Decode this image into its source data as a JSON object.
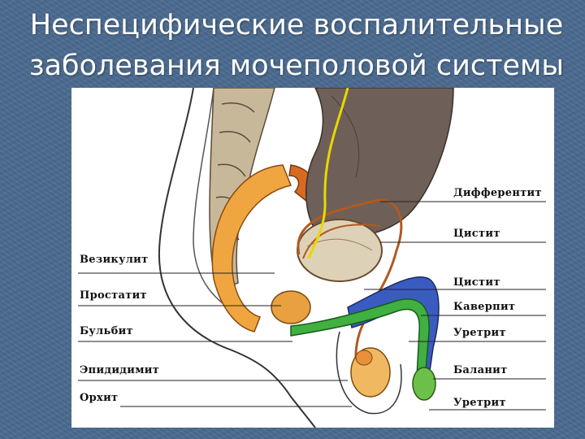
{
  "slide": {
    "title_line1": "Неспецифические воспалительные",
    "title_line2": "заболевания мочеполовой системы"
  },
  "diagram": {
    "labels_left": [
      "Везикулит",
      "Простатит",
      "Бульбит",
      "Эпидидимит",
      "Орхит"
    ],
    "labels_right": [
      "Дифферентит",
      "Цистит",
      "Цистит",
      "Каверпит",
      "Уретрит",
      "Баланит",
      "Уретрит"
    ]
  }
}
